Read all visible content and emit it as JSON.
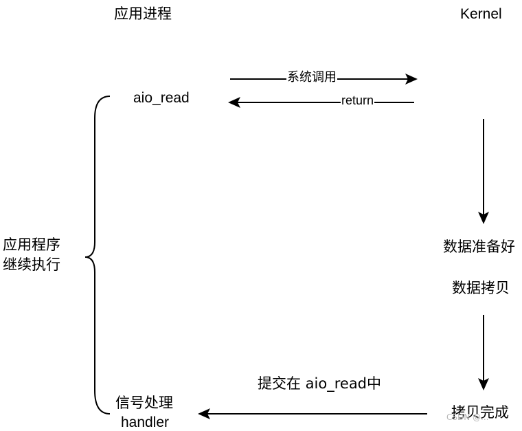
{
  "headers": {
    "app_process": "应用进程",
    "kernel": "Kernel"
  },
  "nodes": {
    "aio_read": "aio_read",
    "continue_line1": "应用程序",
    "continue_line2": "继续执行",
    "data_ready": "数据准备好",
    "data_copy": "数据拷贝",
    "copy_done": "拷贝完成",
    "signal_line1": "信号处理",
    "signal_line2": "handler"
  },
  "edges": {
    "syscall": "系统调用",
    "return": "return",
    "submit": "提交在 aio_read中"
  },
  "watermark": "CSDN @...",
  "colors": {
    "line": "#000000",
    "text": "#000000"
  }
}
